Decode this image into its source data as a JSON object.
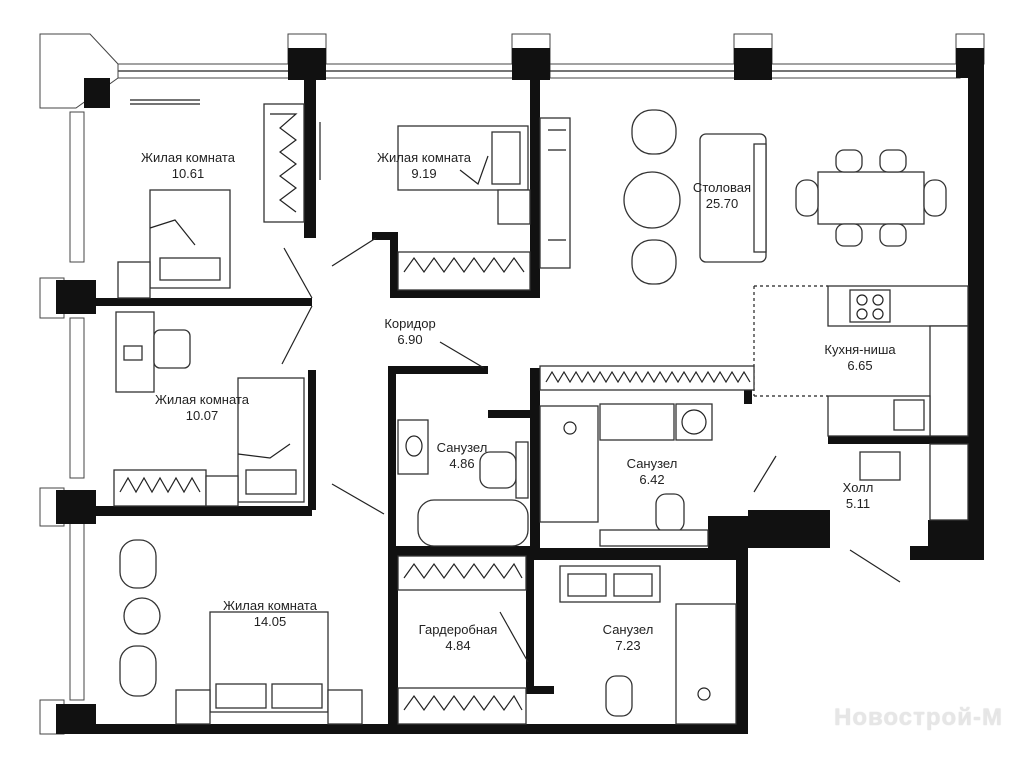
{
  "rooms": [
    {
      "name": "Жилая комната",
      "area": "10.61"
    },
    {
      "name": "Жилая комната",
      "area": "9.19"
    },
    {
      "name": "Столовая",
      "area": "25.70"
    },
    {
      "name": "Коридор",
      "area": "6.90"
    },
    {
      "name": "Кухня-ниша",
      "area": "6.65"
    },
    {
      "name": "Жилая комната",
      "area": "10.07"
    },
    {
      "name": "Санузел",
      "area": "4.86"
    },
    {
      "name": "Санузел",
      "area": "6.42"
    },
    {
      "name": "Холл",
      "area": "5.11"
    },
    {
      "name": "Жилая комната",
      "area": "14.05"
    },
    {
      "name": "Гардеробная",
      "area": "4.84"
    },
    {
      "name": "Санузел",
      "area": "7.23"
    }
  ],
  "watermark": "Новострой-М"
}
